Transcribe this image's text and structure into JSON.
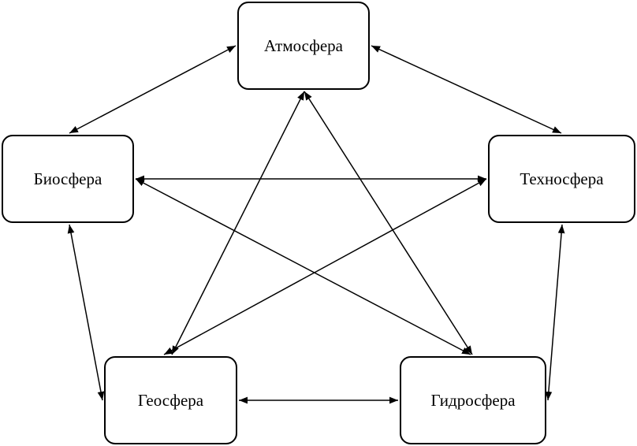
{
  "diagram": {
    "nodes": {
      "atmosphere": "Атмосфера",
      "biosphere": "Биосфера",
      "technosphere": "Техносфера",
      "geosphere": "Геосфера",
      "hydrosphere": "Гидросфера"
    },
    "connections": [
      [
        "atmosphere",
        "biosphere"
      ],
      [
        "atmosphere",
        "technosphere"
      ],
      [
        "atmosphere",
        "geosphere"
      ],
      [
        "atmosphere",
        "hydrosphere"
      ],
      [
        "biosphere",
        "technosphere"
      ],
      [
        "biosphere",
        "hydrosphere"
      ],
      [
        "biosphere",
        "geosphere"
      ],
      [
        "technosphere",
        "geosphere"
      ],
      [
        "technosphere",
        "hydrosphere"
      ],
      [
        "geosphere",
        "hydrosphere"
      ]
    ],
    "arrow_heads": "both",
    "line_color": "#000000"
  }
}
